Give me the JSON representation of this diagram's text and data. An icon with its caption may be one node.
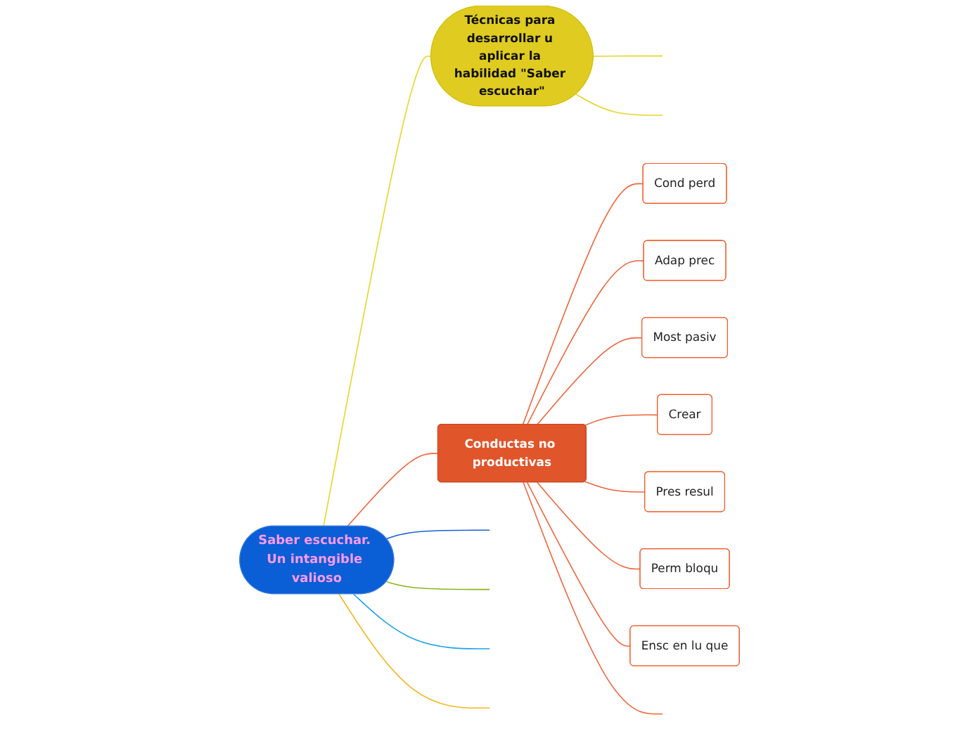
{
  "diagram": {
    "nodes": [
      {
        "text": [
          "Saber escuchar. Un intangible valioso"
        ]
      },
      {
        "text": [
          "Técnicas para desarrollar u aplicar la habilidad \"Saber escuchar\""
        ]
      },
      {
        "text": [
          "Conductas no productivas"
        ]
      },
      {
        "text": [
          "Cond perd"
        ]
      },
      {
        "text": [
          "Adap prec"
        ]
      },
      {
        "text": [
          "Most pasiv"
        ]
      },
      {
        "text": [
          "Crear"
        ]
      },
      {
        "text": [
          "Pres resul"
        ]
      },
      {
        "text": [
          "Perm bloqu"
        ]
      },
      {
        "text": [
          "Ensc en lu que"
        ]
      }
    ],
    "edges": [
      {
        "from": 0,
        "to": 1,
        "arrow": "none",
        "color": "#e6d52a"
      },
      {
        "from": 0,
        "to": 2,
        "arrow": "none"
      },
      {
        "from": 2,
        "to": 3,
        "arrow": "none"
      },
      {
        "from": 2,
        "to": 4,
        "arrow": "none"
      },
      {
        "from": 2,
        "to": 5,
        "arrow": "none"
      },
      {
        "from": 2,
        "to": 6,
        "arrow": "none"
      },
      {
        "from": 2,
        "to": 7,
        "arrow": "none"
      },
      {
        "from": 2,
        "to": 8,
        "arrow": "none"
      },
      {
        "from": 2,
        "to": 9,
        "arrow": "none"
      },
      {
        "from": 0,
        "to": null,
        "arrow": "none",
        "color": "#1a5fd6"
      },
      {
        "from": 0,
        "to": null,
        "arrow": "none",
        "color": "#8ab51e"
      },
      {
        "from": 0,
        "to": null,
        "arrow": "none",
        "color": "#1fa3e8"
      },
      {
        "from": 0,
        "to": null,
        "arrow": "none",
        "color": "#f5b51e"
      },
      {
        "from": 1,
        "to": null,
        "arrow": "none",
        "color": "#e6d52a"
      },
      {
        "from": 1,
        "to": null,
        "arrow": "none",
        "color": "#e6d52a"
      },
      {
        "from": 2,
        "to": null,
        "arrow": "none"
      }
    ]
  }
}
